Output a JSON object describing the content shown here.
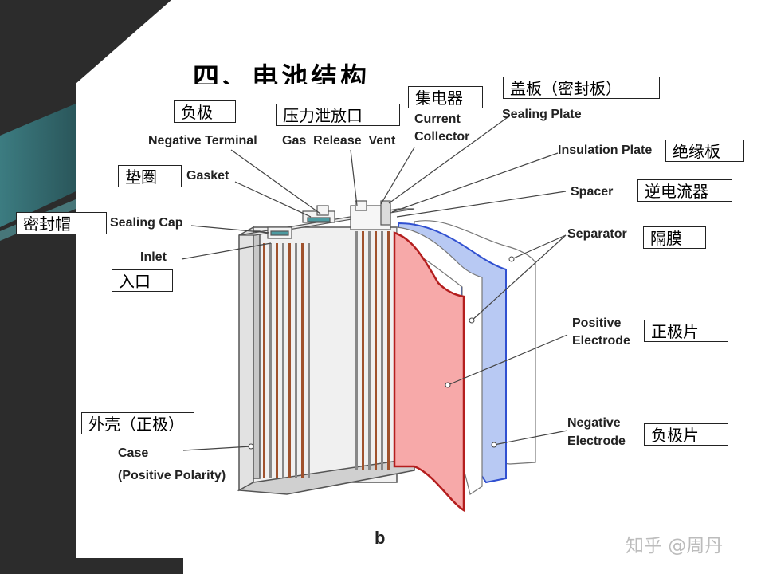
{
  "title": "四、电池结构",
  "sub_label": "b",
  "credit": "知乎 @周丹",
  "labels": {
    "negative_terminal": {
      "en": "Negative Terminal",
      "zh": "负极"
    },
    "gas_release_vent": {
      "en": "Gas  Release  Vent",
      "zh": "压力泄放口"
    },
    "current_collector": {
      "en1": "Current",
      "en2": "Collector",
      "zh": "集电器"
    },
    "sealing_plate": {
      "en": "Sealing Plate",
      "zh": "盖板（密封板）"
    },
    "insulation_plate": {
      "en": "Insulation Plate",
      "zh": "绝缘板"
    },
    "spacer": {
      "en": "Spacer",
      "zh": "逆电流器"
    },
    "separator": {
      "en": "Separator",
      "zh": "隔膜"
    },
    "positive_electrode": {
      "en1": "Positive",
      "en2": "Electrode",
      "zh": "正极片"
    },
    "negative_electrode": {
      "en1": "Negative",
      "en2": "Electrode",
      "zh": "负极片"
    },
    "gasket": {
      "en": "Gasket",
      "zh": "垫圈"
    },
    "sealing_cap": {
      "en": "Sealing Cap",
      "zh": "密封帽"
    },
    "inlet": {
      "en": "Inlet",
      "zh": "入口"
    },
    "case": {
      "en1": "Case",
      "en2": "(Positive Polarity)",
      "zh": "外壳（正极）"
    }
  },
  "colors": {
    "positive_electrode": "#f7a9a9",
    "negative_electrode": "#b8c9f3",
    "dark_panel": "#2d2d2d",
    "teal_accent": "#4d9aa0"
  }
}
